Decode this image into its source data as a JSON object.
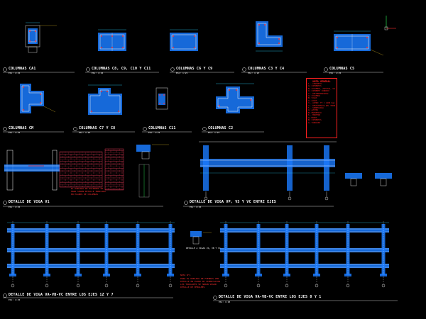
{
  "labels": {
    "ca1": "COLUMNAS CA1",
    "cb": "COLUMNAS C8, C9, C10 Y C11",
    "c6": "COLUMNAS C6 Y C9",
    "c4": "COLUMNAS C3 Y C4",
    "c5": "COLUMNAS C5",
    "cm": "COLUMNAS CM",
    "c7": "COLUMNAS C7 Y C8",
    "c11": "COLUMNAS C11",
    "c2": "COLUMNAS C2",
    "viga_v1": "DETALLE DE VIGA V1",
    "viga_vp": "DETALLE DE VIGA VP, VS Y VC ENTRE EJES",
    "viga_a": "DETALLE DE VIGA VA-VB-VC ENTRE LOS EJES 1Z Y 7",
    "viga_b": "DETALLE DE VIGA VA-VB-VC ENTRE LOS EJES 8 Y 1",
    "scale": "ESC: 1:25",
    "nota": "NOTA GENERAL",
    "nota2": "NOTA N°1",
    "mid_label": "DETALLE A VIGAS VA, VB Y VC"
  },
  "notes_lines": [
    "1.- CONCRETO:",
    "  A) CIMIENTOS",
    "  B) COLUMNAS, ZAPATAS, VIGAS Y LOSAS",
    "  C) CIMIENTO CORRIDO",
    "2.- RECUBRIMIENTOS:",
    "  A) COLUMNAS",
    "  B) VIGAS",
    "  C) LOSAS",
    "3.- ACERO: FY = 4200 Kg/cm2",
    "4.- RESISTENCIA DEL TERRENO",
    "5.- SOBRECARGA",
    "  A) AZOTEA",
    "  B) ENTREPISO",
    "6.- MORTERO",
    "  A) MUROS",
    "  B) CIMIENTOS",
    "  C) TARRAJEO"
  ],
  "red_notes": [
    "EL DOBLADO DE ESTRIBOS SE",
    "HARA SEGUN DETALLE INDICADO",
    "EN PLANOS DE COLUMNAS"
  ],
  "bottom_red_notes": [
    "PARA EL DOBLADO DE FIERROS VER",
    "DETALLE EN PLANO DE CIMENTACION",
    "LOS TRASLAPES SE HARAN SEGUN",
    "DETALLE DE EMPALMES"
  ],
  "colors": {
    "bg": "#000000",
    "concrete": "#1a7bff",
    "rebar": "#ffffff",
    "dim": "#2bd6ff",
    "accent_red": "#ff2020",
    "green": "#2dff5a",
    "yellow": "#ffd32a",
    "magenta": "#ff3cff"
  }
}
